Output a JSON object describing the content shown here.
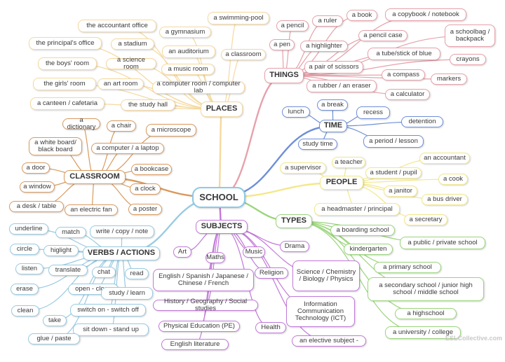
{
  "colors": {
    "places": "#f5d9a0",
    "things": "#e7a1aa",
    "time": "#6f8fd8",
    "people": "#f3e88a",
    "classroom": "#d99a5e",
    "center": "#8cc9e6",
    "subjects": "#c279d9",
    "types": "#9bd57c",
    "verbs": "#9acbe2"
  },
  "center": "SCHOOL",
  "hubs": {
    "places": "PLACES",
    "things": "THINGS",
    "time": "TIME",
    "people": "PEOPLE",
    "classroom": "CLASSROOM",
    "subjects": "SUBJECTS",
    "types": "TYPES",
    "verbs": "VERBS / ACTIONS"
  },
  "places": [
    "the accountant office",
    "a swimming-pool",
    "a gymnasium",
    "the principal's office",
    "a stadium",
    "an auditorium",
    "a classroom",
    "the boys' room",
    "a science room",
    "a music room",
    "the girls' room",
    "an art room",
    "a computer room / computer lab",
    "a canteen / cafetaria",
    "the study hall"
  ],
  "things": [
    "a book",
    "a copybook / notebook",
    "a pencil",
    "a ruler",
    "a schoolbag / backpack",
    "a pencil case",
    "a pen",
    "a highlighter",
    "a tube/stick of blue",
    "crayons",
    "a pair of scissors",
    "a compass",
    "markers",
    "a rubber / an eraser",
    "a calculator"
  ],
  "time": [
    "a break",
    "lunch",
    "recess",
    "detention",
    "a period / lesson",
    "study time"
  ],
  "people": [
    "an accountant",
    "a teacher",
    "a supervisor",
    "a student / pupil",
    "a cook",
    "a janitor",
    "a bus driver",
    "a headmaster / principal",
    "a secretary"
  ],
  "classroom": [
    "a dictionary",
    "a chair",
    "a microscope",
    "a white board/ black board",
    "a computer / a laptop",
    "a door",
    "a bookcase",
    "a window",
    "a clock",
    "a desk / table",
    "an electric fan",
    "a poster"
  ],
  "subjects": [
    "Art",
    "Maths",
    "Music",
    "Drama",
    "Religion",
    "English / Spanish / Japanese / Chinese / French",
    "Science / Chemistry / Biology / Physics",
    "History / Geography / Social studies",
    "Information Communication Technology (ICT)",
    "Physical Education (PE)",
    "Health",
    "English literature",
    "an elective subject -"
  ],
  "types": [
    "a boarding school",
    "a public / private school",
    "kindergarten",
    "a primary school",
    "a secondary school / junior high school / middle school",
    "a highschool",
    "a university / college"
  ],
  "verbs": [
    "underline",
    "match",
    "write / copy / note",
    "circle",
    "higlight",
    "listen",
    "translate",
    "chat",
    "read",
    "erase",
    "open - close",
    "study / learn",
    "clean",
    "switch on - switch off",
    "take",
    "sit down - stand up",
    "glue / paste"
  ],
  "watermark": "ESLCollective.com"
}
